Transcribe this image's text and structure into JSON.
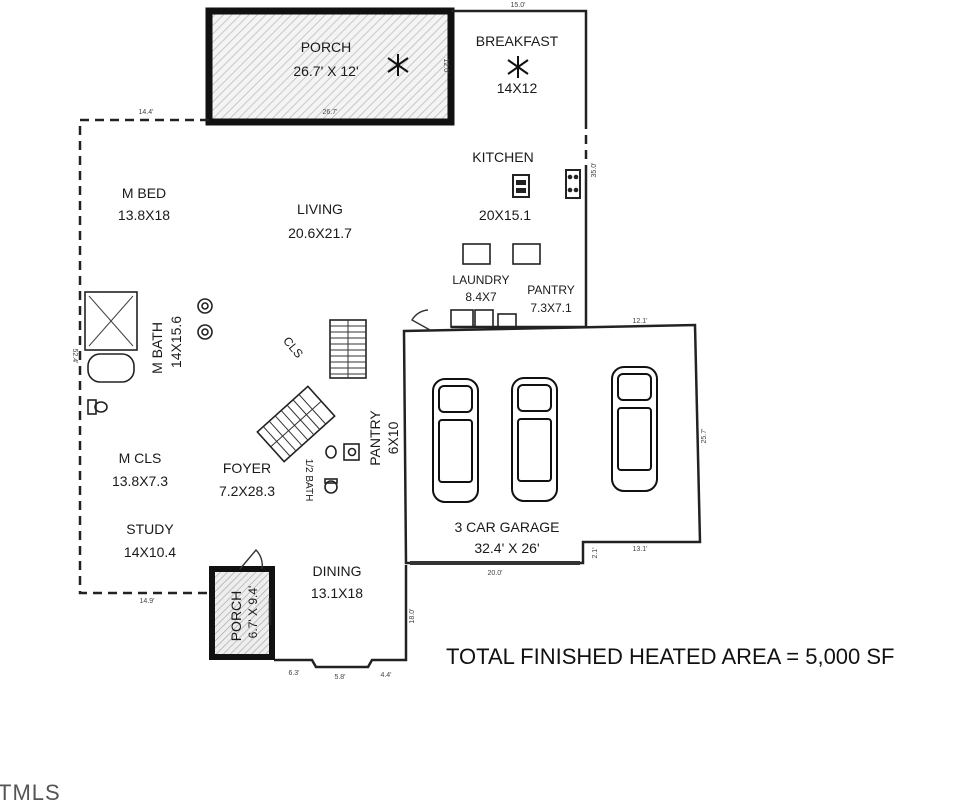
{
  "rooms": {
    "porch_top": {
      "name": "PORCH",
      "size": "26.7' X 12'"
    },
    "breakfast": {
      "name": "BREAKFAST",
      "size": "14X12"
    },
    "kitchen": {
      "name": "KITCHEN",
      "size": "20X15.1"
    },
    "m_bed": {
      "name": "M BED",
      "size": "13.8X18"
    },
    "living": {
      "name": "LIVING",
      "size": "20.6X21.7"
    },
    "laundry": {
      "name": "LAUNDRY",
      "size": "8.4X7"
    },
    "pantry_1": {
      "name": "PANTRY",
      "size": "7.3X7.1"
    },
    "m_bath": {
      "name": "M BATH",
      "size": "14X15.6"
    },
    "cls": {
      "name": "CLS"
    },
    "pantry_2": {
      "name": "PANTRY",
      "size": "6X10"
    },
    "half_bath": {
      "name": "1/2 BATH"
    },
    "m_cls": {
      "name": "M CLS",
      "size": "13.8X7.3"
    },
    "foyer": {
      "name": "FOYER",
      "size": "7.2X28.3"
    },
    "study": {
      "name": "STUDY",
      "size": "14X10.4"
    },
    "dining": {
      "name": "DINING",
      "size": "13.1X18"
    },
    "porch_small": {
      "name": "PORCH",
      "size": "6.7' X 9.4'"
    },
    "garage": {
      "name": "3 CAR GARAGE",
      "size": "32.4' X 26'"
    }
  },
  "dimensions": {
    "d15": "15.0'",
    "d14_4": "14.4'",
    "d26_7": "26.7'",
    "d12": "12.0'",
    "d35": "35.0'",
    "d52_4": "52.4'",
    "d12_1": "12.1'",
    "d25_7": "25.7'",
    "d20": "20.0'",
    "d13_1": "13.1'",
    "d2_1": "2.1'",
    "d14_9": "14.9'",
    "d18": "18.0'",
    "d6_3": "6.3'",
    "d5_8": "5.8'",
    "d4_4": "4.4'"
  },
  "total_area": "TOTAL FINISHED HEATED AREA = 5,000 SF",
  "logo": "TMLS"
}
